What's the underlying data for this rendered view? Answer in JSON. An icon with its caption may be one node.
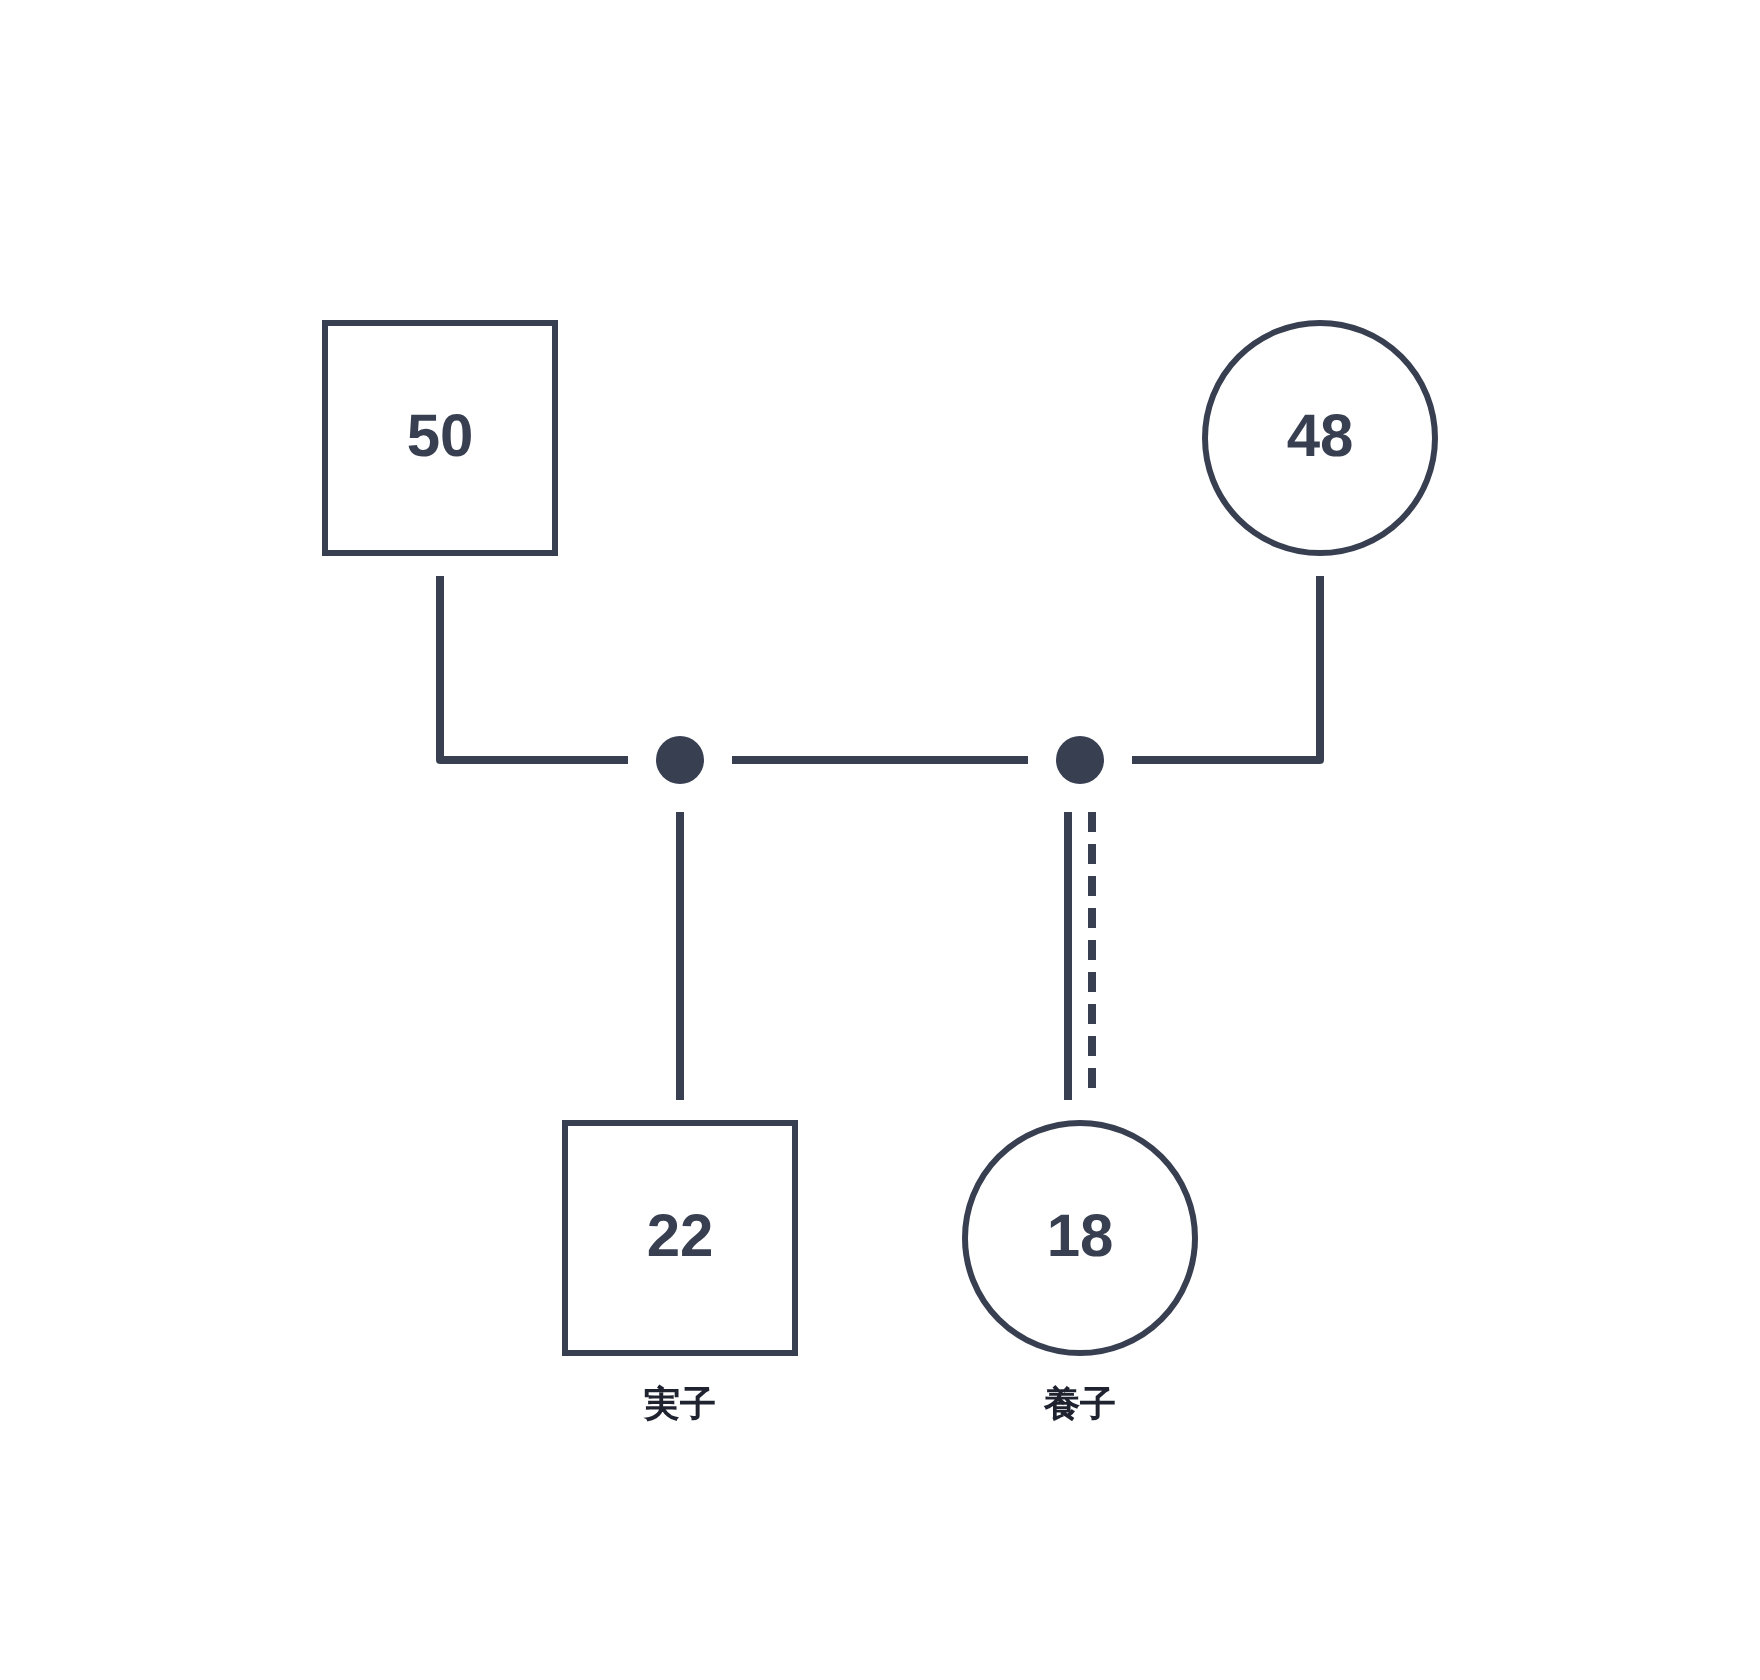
{
  "diagram": {
    "nodes": [
      {
        "text": [
          "50"
        ]
      },
      {
        "text": [
          "48"
        ]
      },
      {
        "text": [],
        "shape": "circle"
      },
      {
        "text": [],
        "shape": "circle"
      },
      {
        "text": [
          "22"
        ],
        "beside": [
          "実子"
        ]
      },
      {
        "text": [
          "18"
        ],
        "beside": [
          "養子"
        ]
      }
    ],
    "edges": [
      {
        "from": 0,
        "to": 2,
        "arrow": "none"
      },
      {
        "from": 2,
        "to": 3,
        "arrow": "none"
      },
      {
        "from": 3,
        "to": 1,
        "arrow": "none"
      },
      {
        "from": 2,
        "to": 4,
        "arrow": "none"
      },
      {
        "from": 3,
        "to": 5,
        "arrow": "none",
        "style": "dashed"
      }
    ]
  }
}
